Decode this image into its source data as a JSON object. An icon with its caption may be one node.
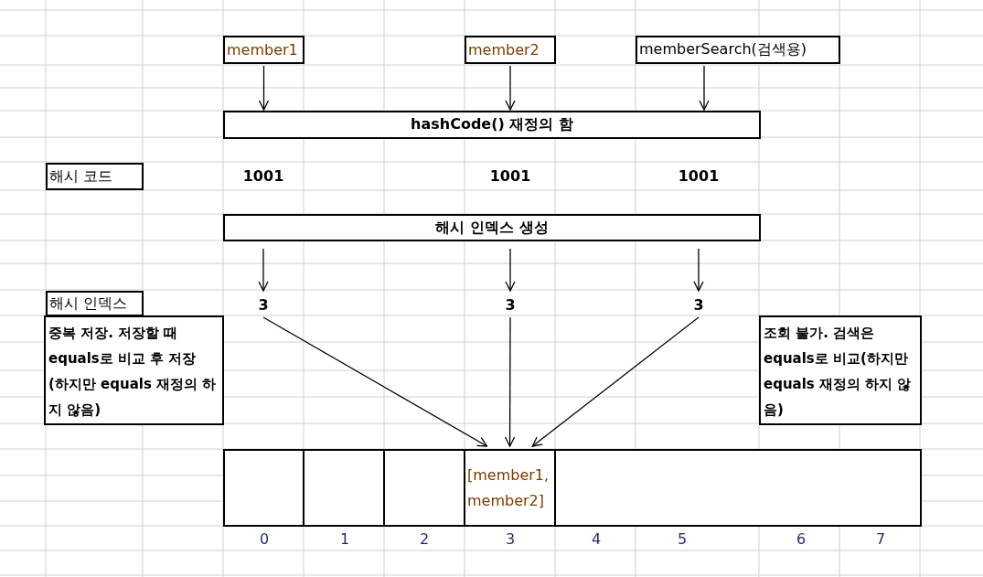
{
  "diagram": {
    "nodes": [
      {
        "text": [
          "member1"
        ]
      },
      {
        "text": [
          "member2"
        ]
      },
      {
        "text": [
          "memberSearch(검색용)"
        ]
      },
      {
        "text": [
          "hashCode() 재정의 함"
        ]
      },
      {
        "text": [
          "해시 코드"
        ]
      },
      {
        "text": [
          "해시 인덱스 생성"
        ]
      },
      {
        "text": [
          "해시 인덱스"
        ]
      },
      {
        "text": [
          "3"
        ]
      },
      {
        "text": [
          "3"
        ]
      },
      {
        "text": [
          "3"
        ]
      },
      {
        "text": [
          "중복 저장. 저장할 때 equals로 비교 후 저장 (하지만 equals 재정의 하지 않음)"
        ]
      },
      {
        "text": [
          "조회 불가. 검색은 equals로 비교(하지만 equals 재정의 하지 않음)"
        ]
      },
      {
        "text": [],
        "shape": "box"
      },
      {
        "text": [],
        "shape": "box"
      },
      {
        "text": [],
        "shape": "box"
      },
      {
        "text": [
          "[member1, member2]"
        ]
      },
      {
        "text": [],
        "shape": "box"
      }
    ],
    "edges": [
      {
        "from": 0,
        "to": 3,
        "arrow": "to"
      },
      {
        "from": 1,
        "to": 3,
        "arrow": "to"
      },
      {
        "from": 2,
        "to": 3,
        "arrow": "to"
      },
      {
        "from": 5,
        "to": 7,
        "arrow": "to"
      },
      {
        "from": 5,
        "to": 8,
        "arrow": "to"
      },
      {
        "from": 5,
        "to": 9,
        "arrow": "to"
      },
      {
        "from": 7,
        "to": 15,
        "arrow": "to"
      },
      {
        "from": 8,
        "to": 15,
        "arrow": "to"
      },
      {
        "from": 9,
        "to": 15,
        "arrow": "to"
      }
    ],
    "labels": [
      "1001",
      "1001",
      "1001",
      "0",
      "1",
      "2",
      "3",
      "4",
      "5",
      "6",
      "7"
    ]
  }
}
